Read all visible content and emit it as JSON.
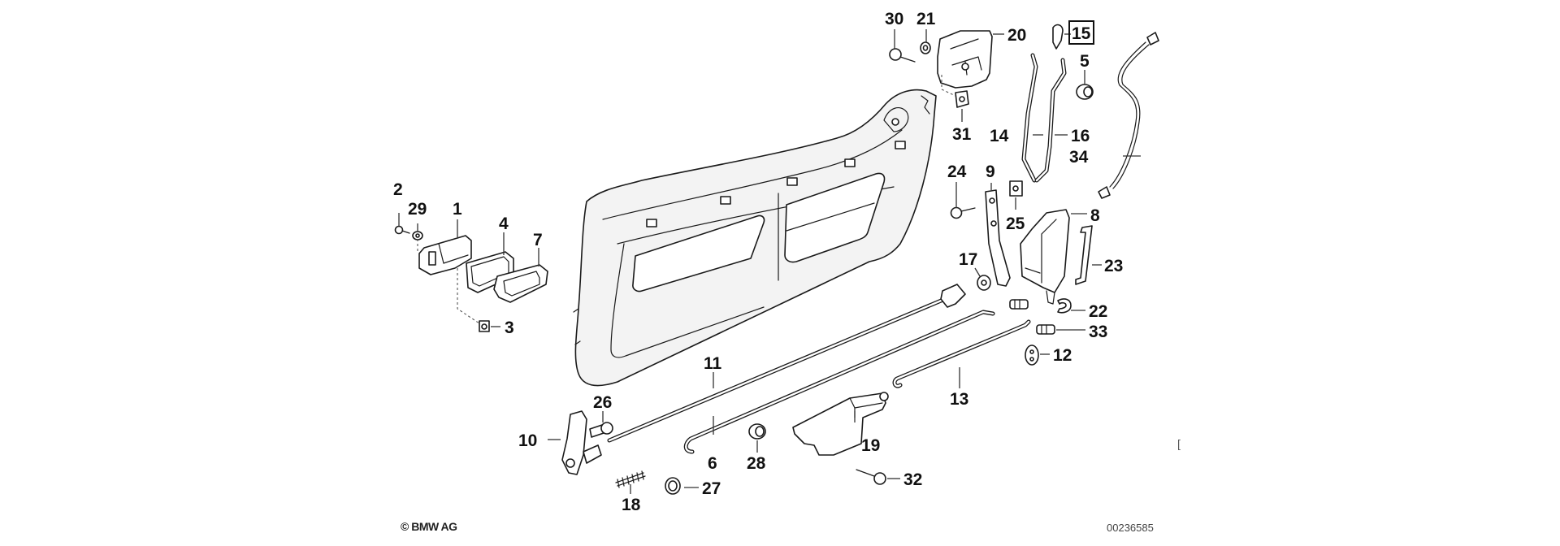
{
  "diagram": {
    "copyright": "© BMW AG",
    "diagram_id": "00236585",
    "stray_mark": "[",
    "highlighted_part": "15",
    "callouts": {
      "p1": "1",
      "p2": "2",
      "p3": "3",
      "p4": "4",
      "p5": "5",
      "p6": "6",
      "p7": "7",
      "p8": "8",
      "p9": "9",
      "p10": "10",
      "p11": "11",
      "p12": "12",
      "p13": "13",
      "p14": "14",
      "p15": "15",
      "p16": "16",
      "p17": "17",
      "p18": "18",
      "p19": "19",
      "p20": "20",
      "p21": "21",
      "p22": "22",
      "p23": "23",
      "p24": "24",
      "p25": "25",
      "p26": "26",
      "p27": "27",
      "p28": "28",
      "p29": "29",
      "p30": "30",
      "p31": "31",
      "p32": "32",
      "p33": "33",
      "p34": "34"
    },
    "colors": {
      "background": "#ffffff",
      "line": "#1a1a1a",
      "text": "#111111"
    }
  }
}
